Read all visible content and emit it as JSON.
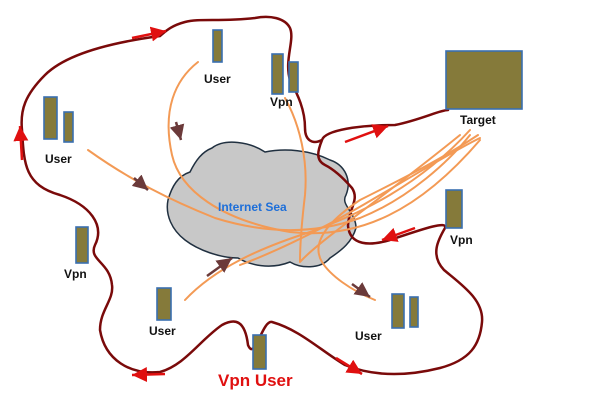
{
  "diagram": {
    "cloud_label": "Internet Sea",
    "target_label": "Target",
    "vpn_user_label": "Vpn User",
    "nodes": {
      "user_top": "User",
      "vpn_top": "Vpn",
      "user_left": "User",
      "vpn_left": "Vpn",
      "user_bottom": "User",
      "user_bottom_right": "User",
      "vpn_right": "Vpn"
    },
    "colors": {
      "device_fill": "#857a3a",
      "device_stroke": "#3a6fb0",
      "loop_path": "#7a0a0a",
      "flow_lines": "#f39a55",
      "loop_arrows": "#e01010",
      "small_arrows": "#6b3a3a",
      "cloud_fill": "#c8c8c8",
      "cloud_stroke": "#203040",
      "cloud_label": "#1e6fd9",
      "vpn_user_label": "#e01010"
    }
  }
}
